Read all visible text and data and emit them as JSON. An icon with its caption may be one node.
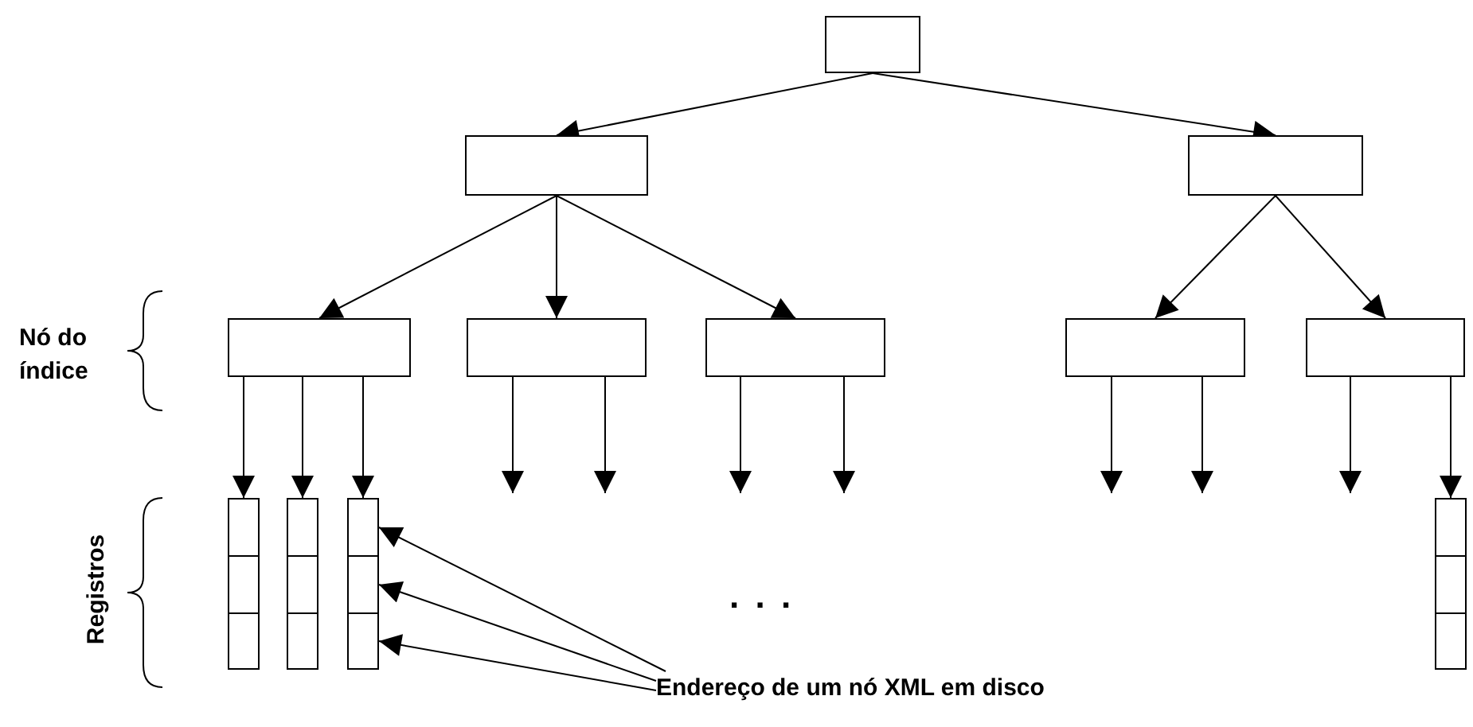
{
  "diagram": {
    "nodes": [
      {
        "text": [],
        "shape": "box"
      },
      {
        "text": [],
        "shape": "box"
      },
      {
        "text": [],
        "shape": "box"
      },
      {
        "text": [],
        "shape": "box"
      },
      {
        "text": [],
        "shape": "box"
      },
      {
        "text": [],
        "shape": "box"
      },
      {
        "text": [],
        "shape": "box"
      },
      {
        "text": [],
        "shape": "box"
      },
      {
        "text": [],
        "shape": "box"
      },
      {
        "text": [],
        "shape": "box"
      },
      {
        "text": [],
        "shape": "box"
      },
      {
        "text": [],
        "shape": "box"
      },
      {
        "text": [],
        "shape": "box"
      },
      {
        "text": [],
        "shape": "box"
      },
      {
        "text": [],
        "shape": "box"
      },
      {
        "text": [],
        "shape": "box"
      },
      {
        "text": [],
        "shape": "box"
      },
      {
        "text": [],
        "shape": "box"
      },
      {
        "text": [],
        "shape": "box"
      },
      {
        "text": [],
        "shape": "box"
      },
      {
        "text": [
          "Endereço de um nó XML em disco"
        ]
      }
    ],
    "edges": [
      {
        "from": 0,
        "to": 1,
        "arrow": "to"
      },
      {
        "from": 0,
        "to": 2,
        "arrow": "to"
      },
      {
        "from": 1,
        "to": 3,
        "arrow": "to"
      },
      {
        "from": 1,
        "to": 4,
        "arrow": "to"
      },
      {
        "from": 1,
        "to": 5,
        "arrow": "to"
      },
      {
        "from": 2,
        "to": 6,
        "arrow": "to"
      },
      {
        "from": 2,
        "to": 7,
        "arrow": "to"
      },
      {
        "from": 3,
        "to": 8,
        "arrow": "to"
      },
      {
        "from": 3,
        "to": 11,
        "arrow": "to"
      },
      {
        "from": 3,
        "to": 14,
        "arrow": "to"
      },
      {
        "from": 4,
        "to": null,
        "arrow": "to"
      },
      {
        "from": 4,
        "to": null,
        "arrow": "to"
      },
      {
        "from": 5,
        "to": null,
        "arrow": "to"
      },
      {
        "from": 5,
        "to": null,
        "arrow": "to"
      },
      {
        "from": 6,
        "to": null,
        "arrow": "to"
      },
      {
        "from": 6,
        "to": null,
        "arrow": "to"
      },
      {
        "from": 7,
        "to": null,
        "arrow": "to"
      },
      {
        "from": 7,
        "to": 17,
        "arrow": "to"
      },
      {
        "from": 20,
        "to": 14,
        "arrow": "to"
      },
      {
        "from": 20,
        "to": 15,
        "arrow": "to"
      },
      {
        "from": 20,
        "to": 16,
        "arrow": "to"
      }
    ],
    "labels": [
      "Nó do índice",
      "Registros",
      ". . ."
    ]
  }
}
